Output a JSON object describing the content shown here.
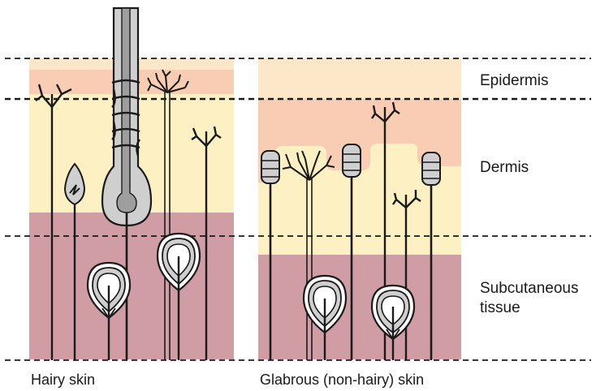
{
  "layers": {
    "epidermis": "Epidermis",
    "dermis": "Dermis",
    "subcutaneous_line1": "Subcutaneous",
    "subcutaneous_line2": "tissue"
  },
  "captions": {
    "hairy": "Hairy skin",
    "glabrous": "Glabrous (non-hairy) skin"
  },
  "colors": {
    "epidermis_outer": "#fce7c9",
    "epidermis_inner": "#f8cdb4",
    "dermis": "#fdf0c2",
    "subcutaneous": "#d19da4",
    "hair": "#cfcfcf",
    "ink": "#1a1a1a"
  }
}
